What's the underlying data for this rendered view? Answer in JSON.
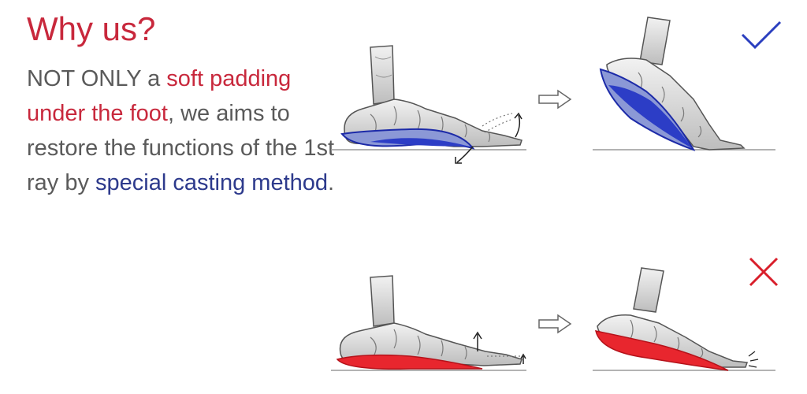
{
  "headline": "Why us?",
  "body": {
    "p1": "NOT ONLY a ",
    "highlight1": "soft padding under the foot",
    "p2": ", we aims to restore the functions of the 1st ray by ",
    "highlight2": "special casting method",
    "p3": "."
  },
  "icons": {
    "correct": "checkmark-icon",
    "incorrect": "cross-icon",
    "arrow": "outline-right-arrow-icon"
  },
  "colors": {
    "headline": "#c8283c",
    "highlight_red": "#c8283c",
    "highlight_blue": "#2d3a8c",
    "body_text": "#5a5a5a",
    "good_insole": "#3b4fc4",
    "bad_insole": "#e8262e",
    "check": "#2b3fbf",
    "cross": "#d91f2b"
  }
}
